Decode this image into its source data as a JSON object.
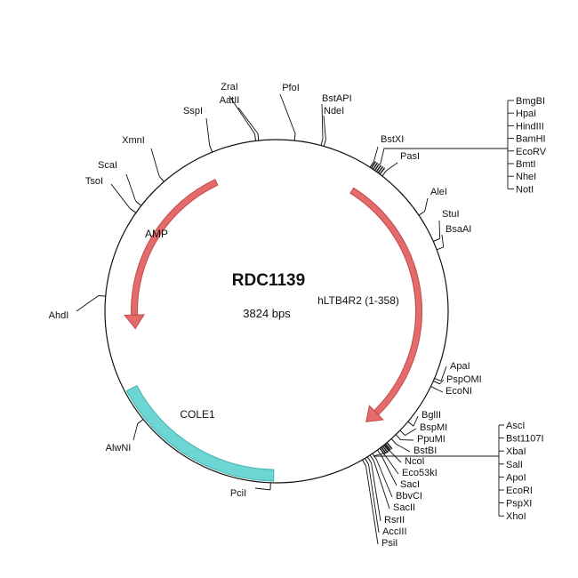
{
  "plasmid": {
    "name": "RDC1139",
    "size_label": "3824 bps",
    "total_bp": 3824
  },
  "colors": {
    "backbone": "#111111",
    "arrow_fill": "#e36b6b",
    "arrow_stroke": "#c24a4a",
    "ori_fill": "#6dd5d3",
    "ori_stroke": "#3fb3b1"
  },
  "features": [
    {
      "id": "hltb4r2",
      "label": "hLTB4R2 (1-358)",
      "angle_start": 32,
      "angle_end": 141,
      "type": "arrow",
      "color": "arrow"
    },
    {
      "id": "amp",
      "label": "AMP",
      "angle_start": 335,
      "angle_end": 263,
      "type": "arrow",
      "color": "arrow"
    },
    {
      "id": "cole1",
      "label": "COLE1",
      "angle_start": 181,
      "angle_end": 242,
      "type": "block",
      "color": "ori"
    }
  ],
  "sites": [
    {
      "label": "ZraI",
      "angle": 353
    },
    {
      "label": "AatII",
      "angle": 354
    },
    {
      "label": "PfoI",
      "angle": 6
    },
    {
      "label": "BstAPI",
      "angle": 15
    },
    {
      "label": "NdeI",
      "angle": 16
    },
    {
      "label": "SspI",
      "angle": 338
    },
    {
      "label": "XmnI",
      "angle": 319
    },
    {
      "label": "ScaI",
      "angle": 308
    },
    {
      "label": "TsoI",
      "angle": 305
    },
    {
      "label": "AhdI",
      "angle": 275
    },
    {
      "label": "AlwNI",
      "angle": 231
    },
    {
      "label": "PciI",
      "angle": 182
    },
    {
      "label": "BstXI",
      "angle": 33
    },
    {
      "label": "PasI",
      "angle": 38
    },
    {
      "label": "AleI",
      "angle": 56
    },
    {
      "label": "StuI",
      "angle": 66
    },
    {
      "label": "BsaAI",
      "angle": 69
    },
    {
      "label": "ApaI",
      "angle": 113
    },
    {
      "label": "PspOMI",
      "angle": 114
    },
    {
      "label": "EcoNI",
      "angle": 116
    },
    {
      "label": "BglII",
      "angle": 130
    },
    {
      "label": "BspMI",
      "angle": 134
    },
    {
      "label": "PpuMI",
      "angle": 136
    },
    {
      "label": "BstBI",
      "angle": 138
    },
    {
      "label": "NcoI",
      "angle": 141
    },
    {
      "label": "Eco53kI",
      "angle": 143
    },
    {
      "label": "SacI",
      "angle": 144
    },
    {
      "label": "BbvCI",
      "angle": 146
    },
    {
      "label": "SacII",
      "angle": 147
    },
    {
      "label": "RsrII",
      "angle": 148
    },
    {
      "label": "AccIII",
      "angle": 149
    },
    {
      "label": "PsiI",
      "angle": 150
    }
  ],
  "site_groups": [
    {
      "id": "mcs-top",
      "angle_start": 33.5,
      "angle_end": 37,
      "labels": [
        "BmgBI",
        "HpaI",
        "HindIII",
        "BamHI",
        "EcoRV",
        "BmtI",
        "NheI",
        "NotI"
      ]
    },
    {
      "id": "mcs-bottom",
      "angle_start": 140,
      "angle_end": 143,
      "labels": [
        "AscI",
        "Bst1107I",
        "XbaI",
        "SalI",
        "ApoI",
        "EcoRI",
        "PspXI",
        "XhoI"
      ]
    }
  ]
}
